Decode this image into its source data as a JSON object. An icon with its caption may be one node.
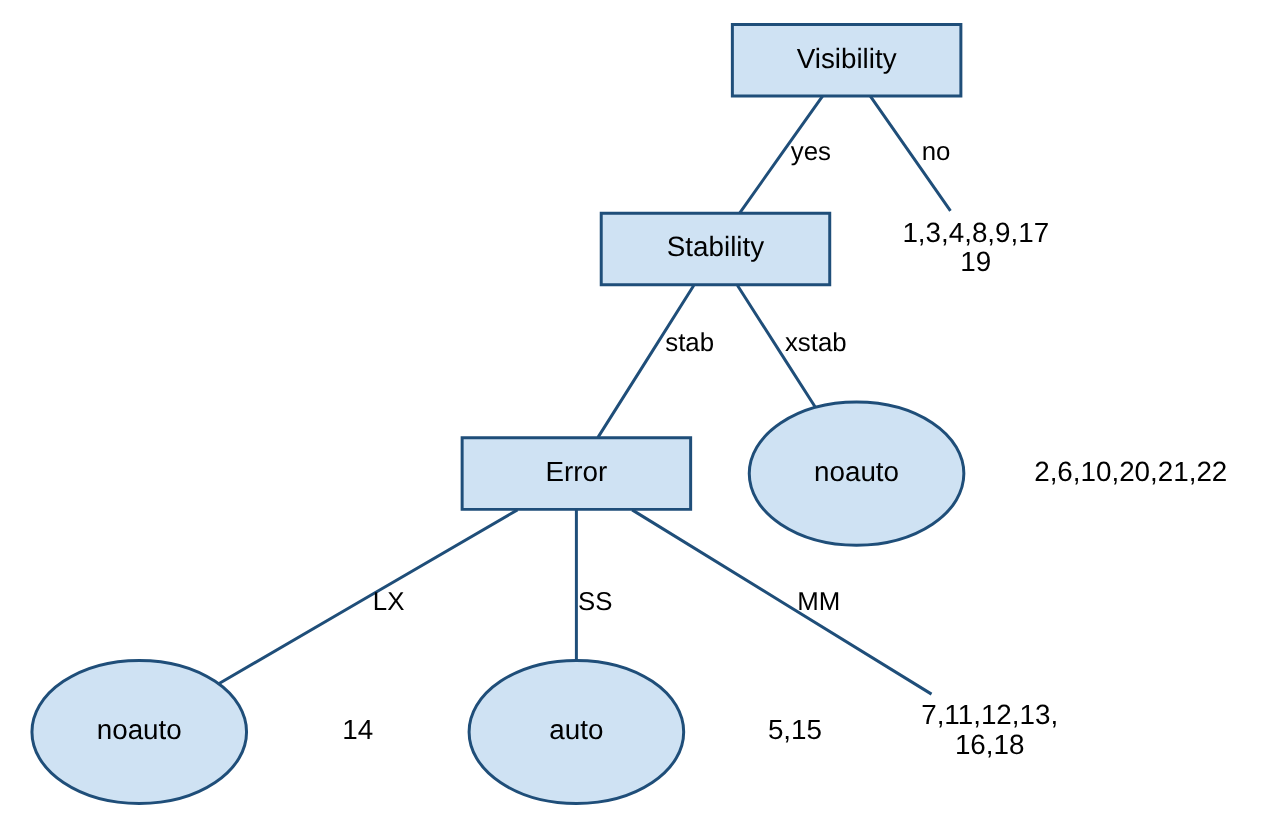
{
  "diagram": {
    "nodes": [
      {
        "text": [
          "Visibility"
        ]
      },
      {
        "text": [
          "Stability"
        ]
      },
      {
        "text": [
          "1,3,4,8,9,17 19"
        ]
      },
      {
        "text": [
          "Error"
        ]
      },
      {
        "text": [
          "noauto"
        ],
        "beside": [
          "2,6,10,20,21,22"
        ]
      },
      {
        "text": [
          "noauto"
        ],
        "beside": [
          "14"
        ]
      },
      {
        "text": [
          "auto"
        ],
        "beside": [
          "5,15"
        ]
      },
      {
        "text": [
          "7,11,12,13, 16,18"
        ]
      }
    ],
    "edges": [
      {
        "from": 0,
        "to": 1,
        "arrow": "none",
        "label": "yes"
      },
      {
        "from": 0,
        "to": 2,
        "arrow": "none",
        "label": "no"
      },
      {
        "from": 1,
        "to": 3,
        "arrow": "none",
        "label": "stab"
      },
      {
        "from": 1,
        "to": 4,
        "arrow": "none",
        "label": "xstab"
      },
      {
        "from": 3,
        "to": 5,
        "arrow": "none",
        "label": "LX"
      },
      {
        "from": 3,
        "to": 6,
        "arrow": "none",
        "label": "SS"
      },
      {
        "from": 3,
        "to": 7,
        "arrow": "none",
        "label": "MM"
      }
    ]
  }
}
